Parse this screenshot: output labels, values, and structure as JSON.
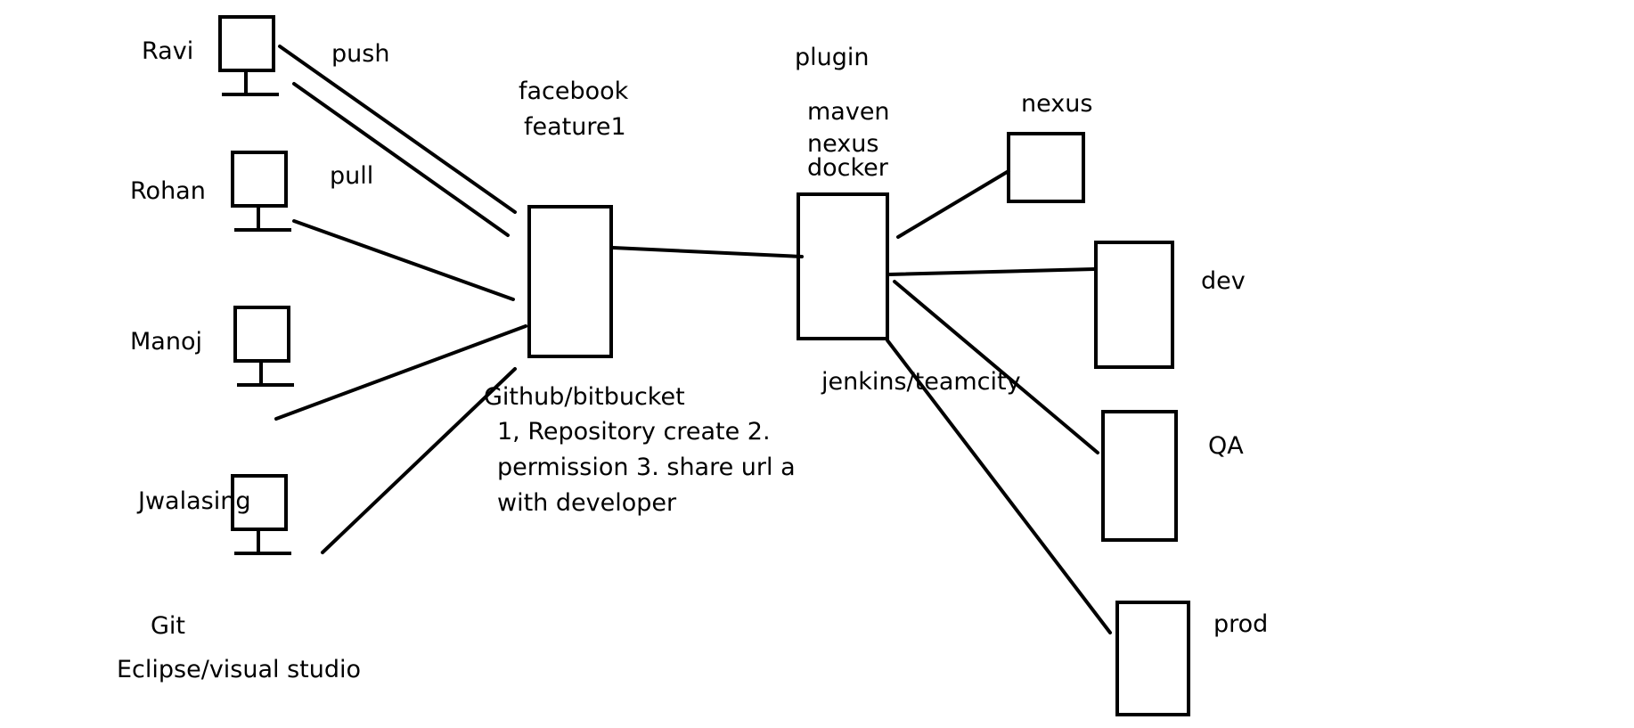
{
  "developers": [
    {
      "id": "ravi",
      "name": "Ravi"
    },
    {
      "id": "rohan",
      "name": "Rohan"
    },
    {
      "id": "manoj",
      "name": "Manoj"
    },
    {
      "id": "jwalasing",
      "name": "Jwalasing"
    }
  ],
  "actions": {
    "push": "push",
    "pull": "pull"
  },
  "tools": {
    "git": "Git",
    "ide": "Eclipse/visual studio"
  },
  "repository": {
    "branch_line1": "facebook",
    "branch_line2": "feature1",
    "name": "Github/bitbucket",
    "steps_line1": "1, Repository create 2.",
    "steps_line2": "permission 3. share url a",
    "steps_line3": "with developer"
  },
  "ci": {
    "plugin_label": "plugin",
    "plugins": [
      "maven",
      "nexus",
      "docker"
    ],
    "name": "jenkins/teamcity"
  },
  "targets": {
    "nexus": "nexus",
    "dev": "dev",
    "qa": "QA",
    "prod": "prod"
  }
}
